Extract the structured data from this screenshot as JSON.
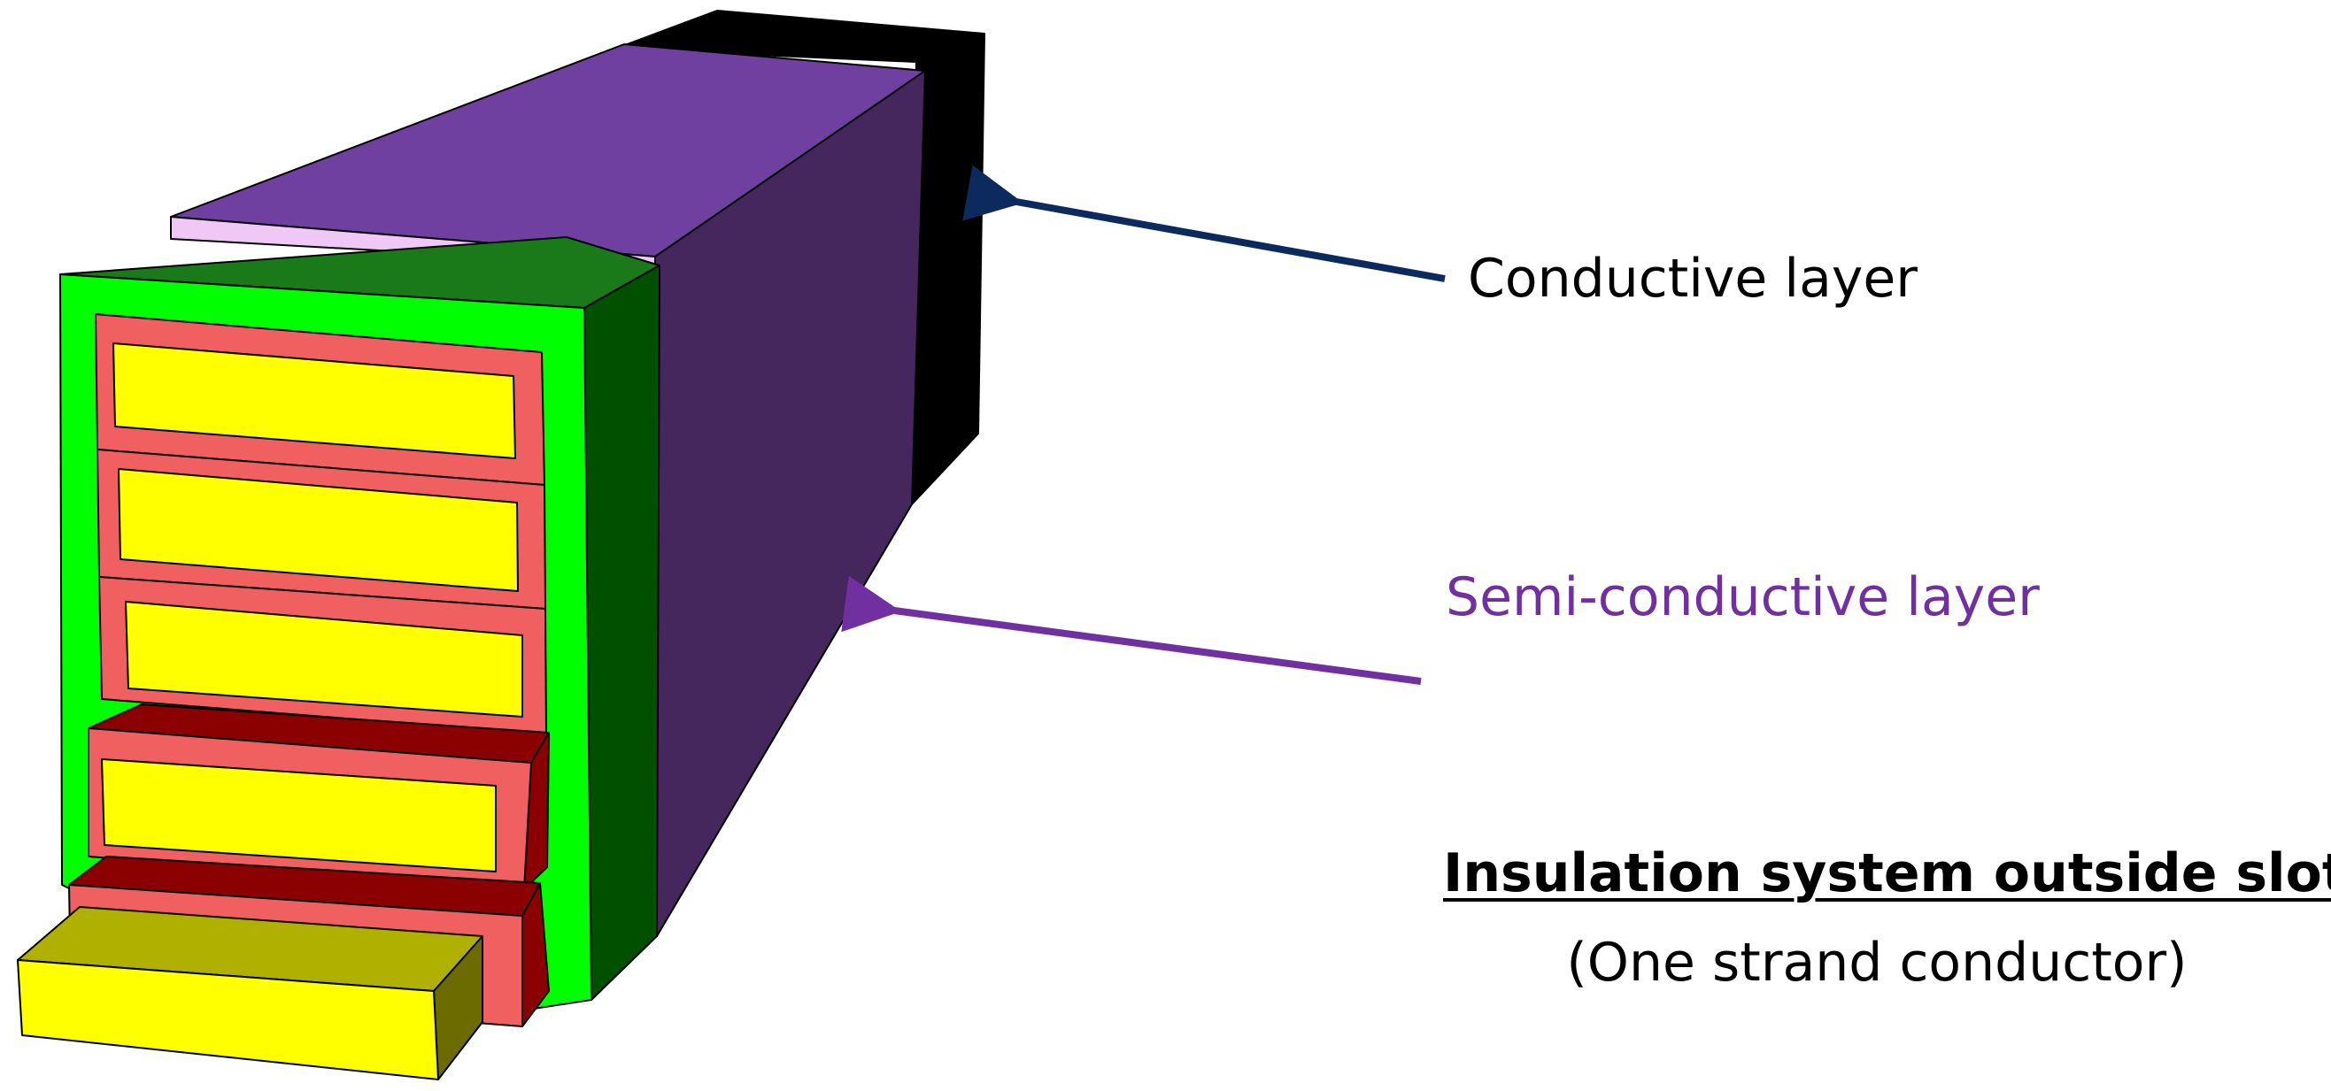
{
  "labels": {
    "conductive_layer": "Conductive layer",
    "semi_conductive_layer": "Semi-conductive layer"
  },
  "caption": {
    "title": "Insulation system outside slot",
    "subtitle": "(One strand conductor)"
  },
  "colors": {
    "conductive_layer": "#000000",
    "semi_conductive_top": "#7040a0",
    "semi_conductive_side": "#45275e",
    "semi_conductive_front": "#f0c8f5",
    "main_insulation_front": "#00ff00",
    "main_insulation_top": "#1a7a1a",
    "main_insulation_side": "#005000",
    "strand_insulation": "#f06060",
    "strand_insulation_dark": "#8b0000",
    "conductor": "#ffff00",
    "conductor_side": "#6b6b00",
    "conductor_top": "#b0b000",
    "arrow_conductive": "#0d2a5e",
    "arrow_semi": "#7030a0",
    "semi_label": "#7030a0"
  },
  "icons": {
    "arrow_conductive": "arrow-left-icon",
    "arrow_semi": "arrow-left-icon"
  }
}
